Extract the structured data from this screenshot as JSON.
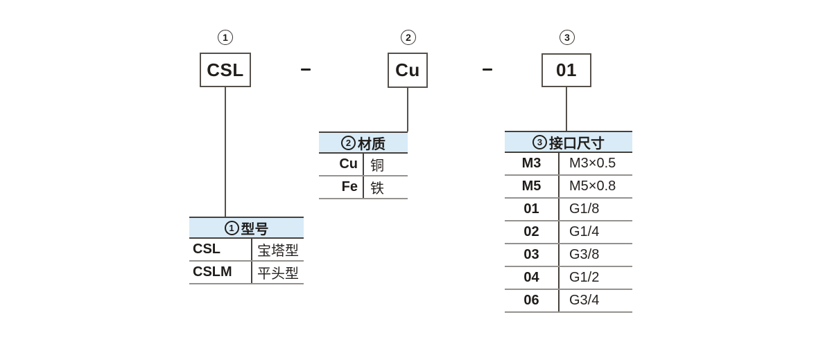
{
  "diagram": {
    "separator": "–",
    "segments": [
      {
        "index": "1",
        "code": "CSL"
      },
      {
        "index": "2",
        "code": "Cu"
      },
      {
        "index": "3",
        "code": "01"
      }
    ]
  },
  "tables": [
    {
      "index": "1",
      "title": "型号",
      "rows": [
        {
          "code": "CSL",
          "value": "宝塔型"
        },
        {
          "code": "CSLM",
          "value": "平头型"
        }
      ]
    },
    {
      "index": "2",
      "title": "材质",
      "rows": [
        {
          "code": "Cu",
          "value": "铜"
        },
        {
          "code": "Fe",
          "value": "铁"
        }
      ]
    },
    {
      "index": "3",
      "title": "接口尺寸",
      "rows": [
        {
          "code": "M3",
          "value": "M3×0.5"
        },
        {
          "code": "M5",
          "value": "M5×0.8"
        },
        {
          "code": "01",
          "value": "G1/8"
        },
        {
          "code": "02",
          "value": "G1/4"
        },
        {
          "code": "03",
          "value": "G3/8"
        },
        {
          "code": "04",
          "value": "G1/2"
        },
        {
          "code": "06",
          "value": "G3/4"
        }
      ]
    }
  ],
  "colors": {
    "header_bg": "#d9ebf7",
    "line_dark": "#45403b",
    "line_gray": "#94918e",
    "text": "#1f1c1a"
  }
}
